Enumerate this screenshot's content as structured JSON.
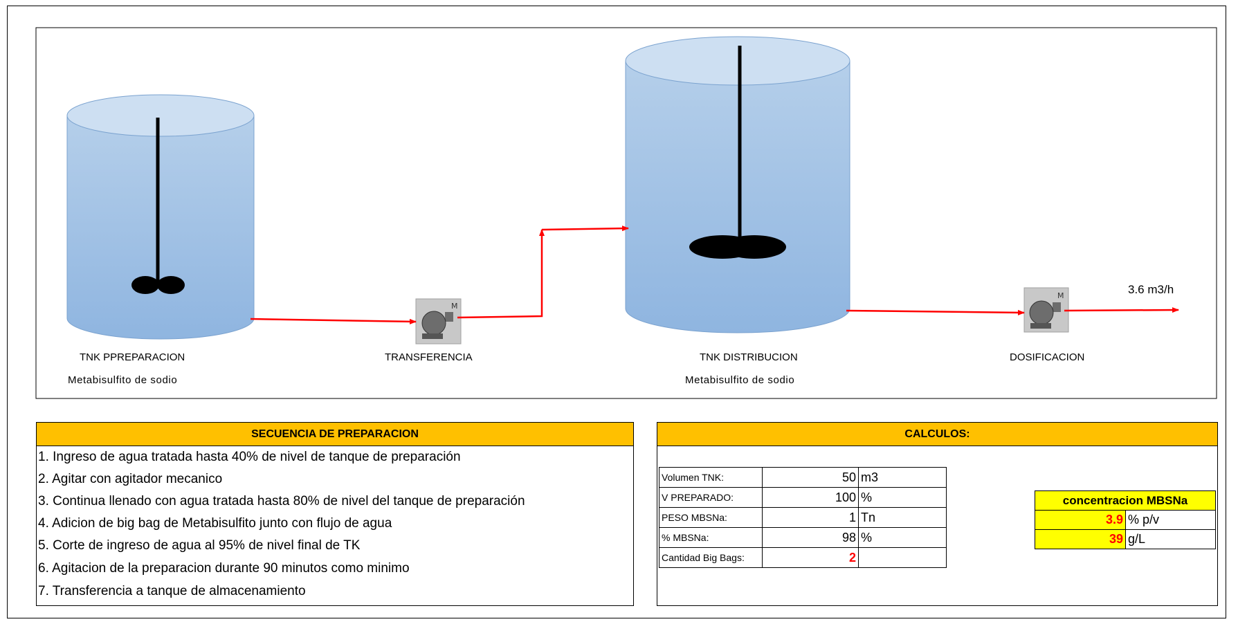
{
  "diagram": {
    "tank_prep_label": "TNK PPREPARACION",
    "tank_prep_sub": "Metabisulfito de sodio",
    "pump_transfer_label": "TRANSFERENCIA",
    "tank_dist_label": "TNK DISTRIBUCION",
    "tank_dist_sub": "Metabisulfito de sodio",
    "pump_dose_label": "DOSIFICACION",
    "flow_rate": "3.6 m3/h",
    "motor_letter": "M",
    "colors": {
      "pipe": "#ff0000",
      "tank_fill": "#9dc3e6",
      "tank_top": "#c9dcf0"
    }
  },
  "sequence": {
    "title": "SECUENCIA DE PREPARACION",
    "steps": [
      "1. Ingreso de agua tratada hasta 40% de nivel de tanque de preparación",
      "2. Agitar con agitador mecanico",
      "3. Continua llenado con agua tratada  hasta 80% de nivel del tanque de preparación",
      "4. Adicion de big bag de Metabisulfito junto con flujo de agua",
      "5. Corte de ingreso de agua al 95% de nivel final de TK",
      "6. Agitacion de la preparacion durante 90 minutos como minimo",
      "7. Transferencia a tanque de almacenamiento"
    ]
  },
  "calculos": {
    "title": "CALCULOS:",
    "rows": [
      {
        "label": "Volumen TNK:",
        "value": "50",
        "unit": "m3"
      },
      {
        "label": "V PREPARADO:",
        "value": "100",
        "unit": "%"
      },
      {
        "label": "PESO MBSNa:",
        "value": "1",
        "unit": "Tn"
      },
      {
        "label": "% MBSNa:",
        "value": "98",
        "unit": "%"
      },
      {
        "label": "Cantidad Big Bags:",
        "value": "2",
        "unit": ""
      }
    ],
    "concentration": {
      "title": "concentracion MBSNa",
      "rows": [
        {
          "value": "3.9",
          "unit": "% p/v"
        },
        {
          "value": "39",
          "unit": "g/L"
        }
      ]
    }
  }
}
